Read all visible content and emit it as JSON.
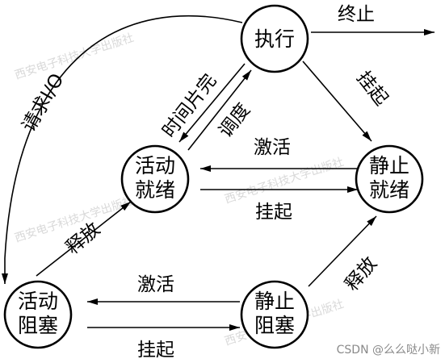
{
  "nodes": {
    "running": {
      "line1": "执行",
      "line2": ""
    },
    "active_ready": {
      "line1": "活动",
      "line2": "就绪"
    },
    "static_ready": {
      "line1": "静止",
      "line2": "就绪"
    },
    "active_blocked": {
      "line1": "活动",
      "line2": "阻塞"
    },
    "static_blocked": {
      "line1": "静止",
      "line2": "阻塞"
    }
  },
  "edges": {
    "terminate": "终止",
    "io_request": "请求I/O",
    "time_slice_done": "时间片完",
    "dispatch": "调度",
    "suspend_running": "挂起",
    "activate_ready": "激活",
    "suspend_ready": "挂起",
    "release_active": "释放",
    "release_static": "释放",
    "activate_blocked": "激活",
    "suspend_blocked": "挂起"
  },
  "watermarks": {
    "text": "西安电子科技大学出版社"
  },
  "footer": {
    "credit": "CSDN @么么哒小新"
  }
}
